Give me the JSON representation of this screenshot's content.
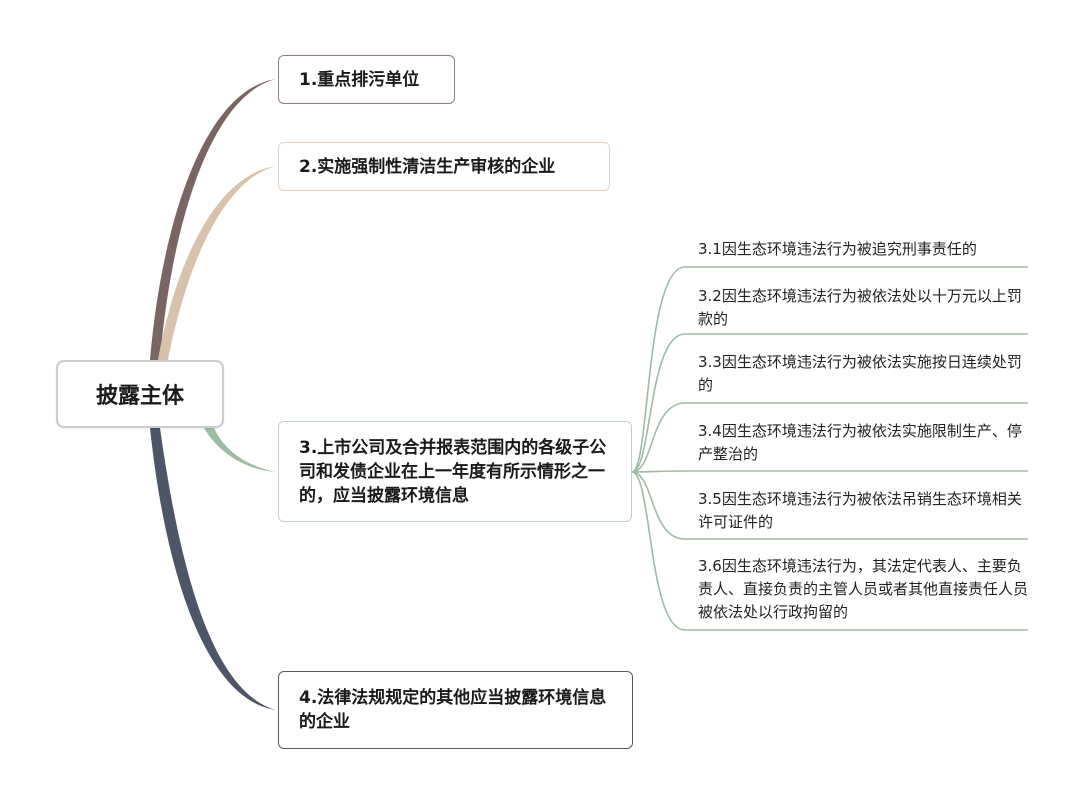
{
  "root": {
    "label": "披露主体"
  },
  "branches": [
    {
      "id": "1",
      "label": "1.重点排污单位",
      "color": "#7a6564"
    },
    {
      "id": "2",
      "label": "2.实施强制性清洁生产审核的企业",
      "color": "#d8c2ab"
    },
    {
      "id": "3",
      "label": "3.上市公司及合并报表范围内的各级子公司和发债企业在上一年度有所示情形之一的，应当披露环境信息",
      "color": "#9dbba5"
    },
    {
      "id": "4",
      "label": "4.法律法规规定的其他应当披露环境信息的企业",
      "color": "#4c5666"
    }
  ],
  "sub_items": [
    {
      "label": "3.1因生态环境违法行为被追究刑事责任的"
    },
    {
      "label": "3.2因生态环境违法行为被依法处以十万元以上罚款的"
    },
    {
      "label": "3.3因生态环境违法行为被依法实施按日连续处罚的"
    },
    {
      "label": "3.4因生态环境违法行为被依法实施限制生产、停产整治的"
    },
    {
      "label": "3.5因生态环境违法行为被依法吊销生态环境相关许可证件的"
    },
    {
      "label": "3.6因生态环境违法行为，其法定代表人、主要负责人、直接负责的主管人员或者其他直接责任人员被依法处以行政拘留的"
    }
  ]
}
